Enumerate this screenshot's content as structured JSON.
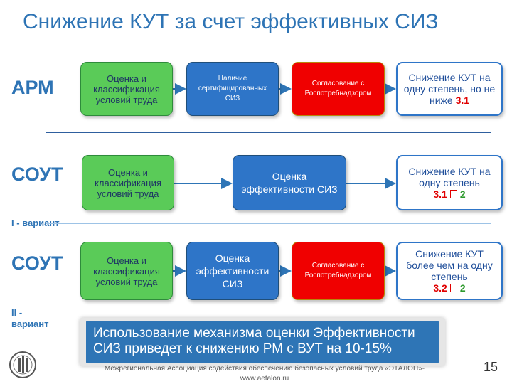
{
  "title": "Снижение КУТ за счет эффективных  СИЗ",
  "rows": [
    {
      "label": "АРМ",
      "sub": "",
      "assess": "Оценка и классификация условий труда",
      "step2": "Наличие сертифицированных СИЗ",
      "step3": "Согласование с Роспотребнадзором",
      "result_text": "Снижение КУТ на одну степень, но не ниже",
      "result_value": "3.1"
    },
    {
      "label": "СОУТ",
      "sub": "I - вариант",
      "assess": "Оценка и классификация условий труда",
      "step2": "Оценка эффективности СИЗ",
      "result_text": "Снижение КУТ на одну степень",
      "result_from": "3.1",
      "result_to": "2"
    },
    {
      "label": "СОУТ",
      "sub": "II - вариант",
      "assess": "Оценка и классификация условий труда",
      "step2": "Оценка эффективности СИЗ",
      "step3": "Согласование с Роспотребнадзором",
      "result_text": "Снижение КУТ более чем на одну степень",
      "result_from": "3.2",
      "result_to": "2"
    }
  ],
  "banner": "Использование механизма оценки Эффективности СИЗ приведет к снижению РМ с ВУТ на 10-15%",
  "footer_line1": "Межрегиональная Ассоциация содействия обеспечению безопасных условий труда «ЭТАЛОН»-",
  "footer_line2": "www.aetalon.ru",
  "page_number": "15",
  "colors": {
    "accent": "#2e74b5",
    "green": "#5acb58",
    "blue": "#2e75c8",
    "red": "#f00000"
  }
}
